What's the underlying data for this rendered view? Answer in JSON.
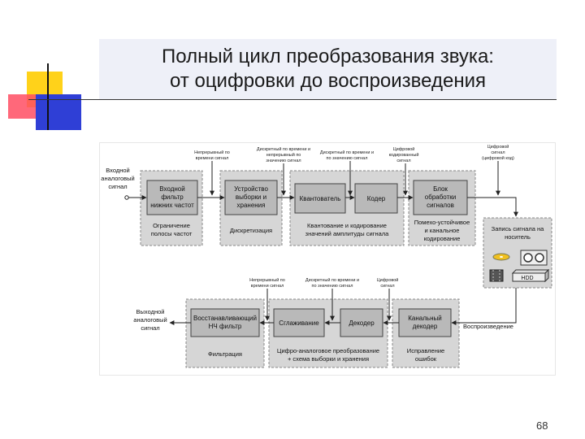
{
  "slide": {
    "title_line1": "Полный цикл преобразования звука:",
    "title_line2": "от оцифровки до воспроизведения",
    "page_number": "68"
  },
  "diagram": {
    "input_label": [
      "Входной",
      "аналоговый",
      "сигнал"
    ],
    "output_label": [
      "Выходной",
      "аналоговый",
      "сигнал"
    ],
    "annotations_top": {
      "continuous": [
        "Непрерывный по",
        "времени сигнал"
      ],
      "discrete_time": [
        "Дискретный по времени и",
        "непрерывный по",
        "значению сигнал"
      ],
      "discrete_both": [
        "Дискретный по времени и",
        "по значению сигнал"
      ],
      "digital": [
        "Цифровой",
        "кодированный",
        "сигнал"
      ],
      "digital_stream": [
        "Цифровой",
        "сигнал",
        "(цифровой код)"
      ]
    },
    "annotations_bottom": {
      "continuous": [
        "Непрерывный по",
        "времени сигнал"
      ],
      "discrete_value": [
        "Дискретный по времени и",
        "по значению сигнал"
      ],
      "digital": [
        "Цифровой",
        "сигнал"
      ]
    },
    "blocks_top": {
      "input_filter": [
        "Входной",
        "фильтр",
        "нижних частот"
      ],
      "sample_hold": [
        "Устройство",
        "выборки и",
        "хранения"
      ],
      "quantizer": "Квантователь",
      "coder": "Кодер",
      "processing": [
        "Блок",
        "обработки",
        "сигналов"
      ]
    },
    "stage_labels_top": {
      "bandlimit": [
        "Ограничение",
        "полосы частот"
      ],
      "sampling": "Дискретизация",
      "quant_coding": [
        "Квантование и кодирование",
        "значений амплитуды сигнала"
      ],
      "error_coding": [
        "Помехо-устойчивое",
        "и канальное",
        "кодирование"
      ]
    },
    "record_label": [
      "Запись сигнала на",
      "носитель"
    ],
    "hdd_label": "HDD",
    "playback_label": "Воспроизведение",
    "blocks_bottom": {
      "recon_filter": [
        "Восстанавливающий",
        "НЧ фильтр"
      ],
      "smoothing": "Сглаживание",
      "decoder": "Декодер",
      "channel_decoder": [
        "Канальный",
        "декодер"
      ]
    },
    "stage_labels_bottom": {
      "filtering": "Фильтрация",
      "dac": [
        "Цифро-аналоговое преобразование",
        "+ схема выборки и хранения"
      ],
      "error_correction": [
        "Исправление",
        "ошибок"
      ]
    }
  }
}
